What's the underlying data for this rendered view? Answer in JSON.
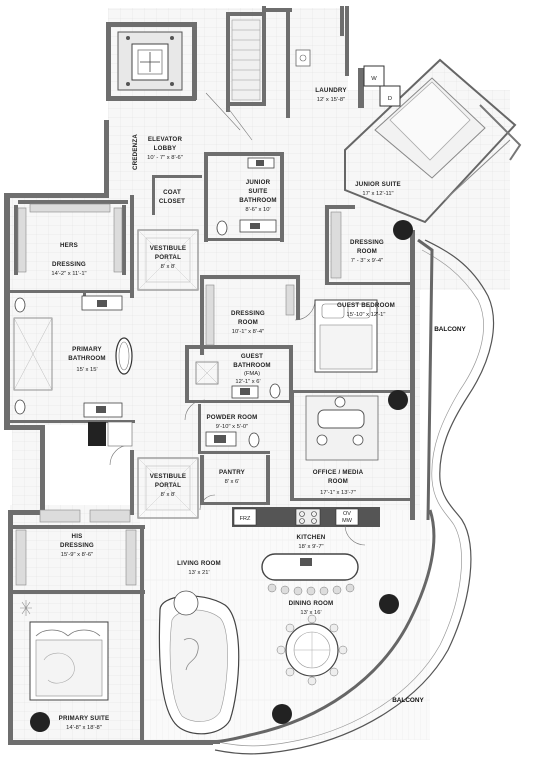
{
  "rooms": {
    "laundry": {
      "name": "LAUNDRY",
      "dims": "12' x 15'-8\""
    },
    "elevator_lobby": {
      "name": "ELEVATOR LOBBY",
      "dims": "10' - 7\" x 8'-6\""
    },
    "credenza": {
      "name": "CREDENZA"
    },
    "coat_closet": {
      "name": "COAT CLOSET"
    },
    "junior_suite_bathroom": {
      "name": "JUNIOR SUITE BATHROOM",
      "dims": "8'-6\" x 10'"
    },
    "junior_suite": {
      "name": "JUNIOR SUITE",
      "dims": "17' x 12'-11\""
    },
    "hers_dressing": {
      "name": "HERS DRESSING",
      "dims": "14'-2\" x 11'-1\""
    },
    "vestibule_portal_1": {
      "name": "VESTIBULE PORTAL",
      "dims": "8' x 8'"
    },
    "dressing_room_junior": {
      "name": "DRESSING ROOM",
      "dims": "7' - 3\" x 9'-4\""
    },
    "guest_bedroom": {
      "name": "GUEST BEDROOM",
      "dims": "15'-10\" x 12'-1\""
    },
    "dressing_room_guest": {
      "name": "DRESSING ROOM",
      "dims": "10'-1\" x 8'-4\""
    },
    "primary_bathroom": {
      "name": "PRIMARY BATHROOM",
      "dims": "15' x 15'"
    },
    "guest_bathroom": {
      "name": "GUEST BATHROOM (FMA)",
      "dims": "12'-1\" x 6'"
    },
    "powder_room": {
      "name": "POWDER ROOM",
      "dims": "9'-10\" x 5'-0\""
    },
    "office_media": {
      "name": "OFFICE / MEDIA ROOM",
      "dims": "17'-1\" x 13'-7\""
    },
    "vestibule_portal_2": {
      "name": "VESTIBULE PORTAL",
      "dims": "8' x 8'"
    },
    "pantry": {
      "name": "PANTRY",
      "dims": "8' x 6'"
    },
    "kitchen": {
      "name": "KITCHEN",
      "dims": "18' x 9'-7\""
    },
    "his_dressing": {
      "name": "HIS DRESSING",
      "dims": "15'-9\" x 8'-6\""
    },
    "living_room": {
      "name": "LIVING ROOM",
      "dims": "13' x 21'"
    },
    "dining_room": {
      "name": "DINING ROOM",
      "dims": "13' x 16'"
    },
    "primary_suite": {
      "name": "PRIMARY SUITE",
      "dims": "14'-8\" x 18'-8\""
    }
  },
  "balconies": [
    "BALCONY",
    "BALCONY"
  ],
  "appliances": {
    "washer": "W",
    "dryer": "D",
    "fridge": "FRZ",
    "oven": "OV",
    "microwave": "MW"
  }
}
